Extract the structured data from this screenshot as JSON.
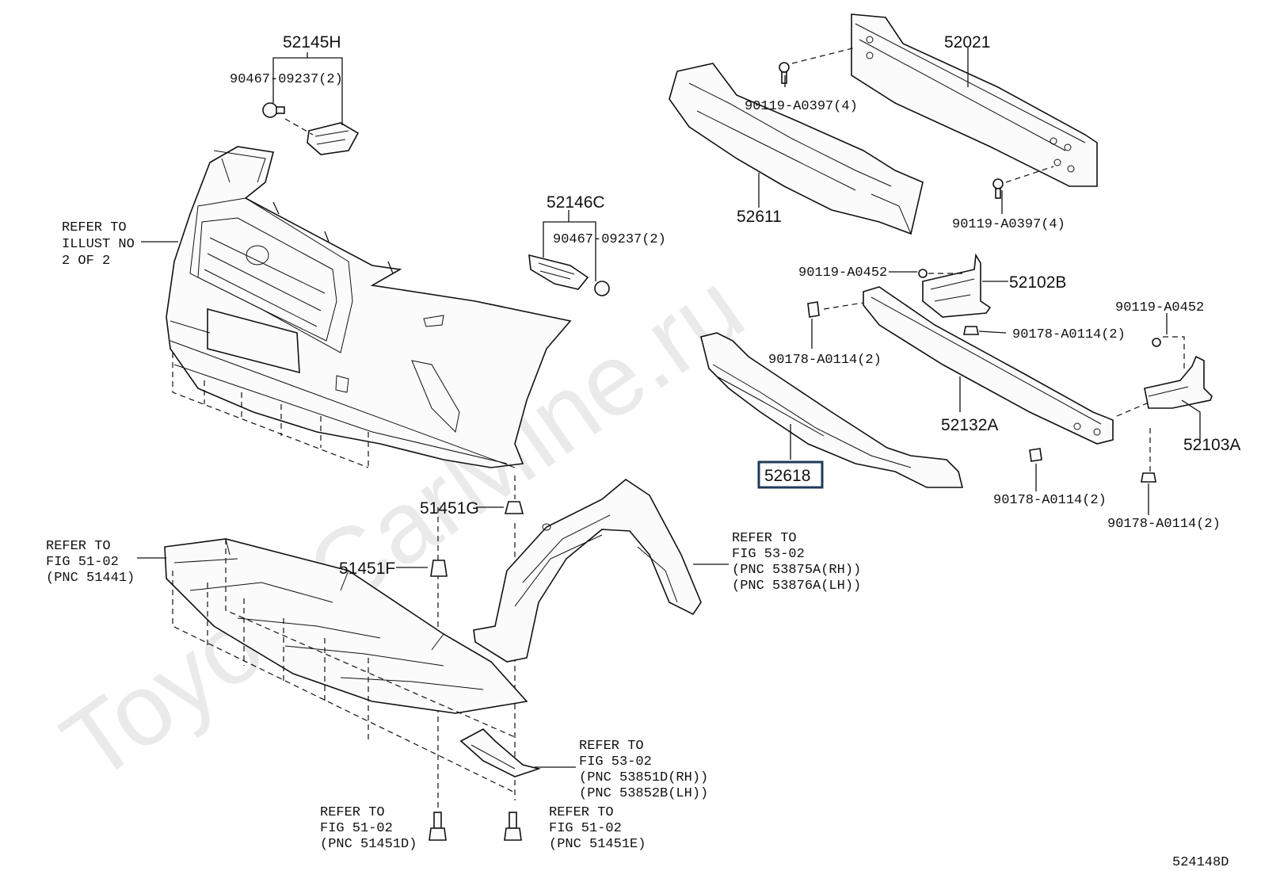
{
  "watermark": "ToyotaCarMine.ru",
  "diagram_id": "524148D",
  "parts": {
    "p52145H": "52145H",
    "p90467_top": "90467-09237(2)",
    "p52146C": "52146C",
    "p90467_mid": "90467-09237(2)",
    "p52021": "52021",
    "p90119_a0397_top": "90119-A0397(4)",
    "p52611": "52611",
    "p90119_a0397_bot": "90119-A0397(4)",
    "p90119_a0452_left": "90119-A0452",
    "p52102B": "52102B",
    "p90119_a0452_right": "90119-A0452",
    "p90178_a": "90178-A0114(2)",
    "p90178_b": "90178-A0114(2)",
    "p52132A": "52132A",
    "p52618": "52618",
    "p52103A": "52103A",
    "p90178_c": "90178-A0114(2)",
    "p90178_d": "90178-A0114(2)",
    "p51451G": "51451G",
    "p51451F": "51451F"
  },
  "refs": {
    "illust": [
      "REFER TO",
      "ILLUST NO",
      "2 OF 2"
    ],
    "fig51_left": [
      "REFER TO",
      "FIG 51-02",
      "(PNC 51441)"
    ],
    "fig53_liner": [
      "REFER TO",
      "FIG 53-02",
      "(PNC 53875A(RH))",
      "(PNC 53876A(LH))"
    ],
    "fig53_seal": [
      "REFER TO",
      "FIG 53-02",
      "(PNC 53851D(RH))",
      "(PNC 53852B(LH))"
    ],
    "fig51_d": [
      "REFER TO",
      "FIG 51-02",
      "(PNC 51451D)"
    ],
    "fig51_e": [
      "REFER TO",
      "FIG 51-02",
      "(PNC 51451E)"
    ]
  }
}
